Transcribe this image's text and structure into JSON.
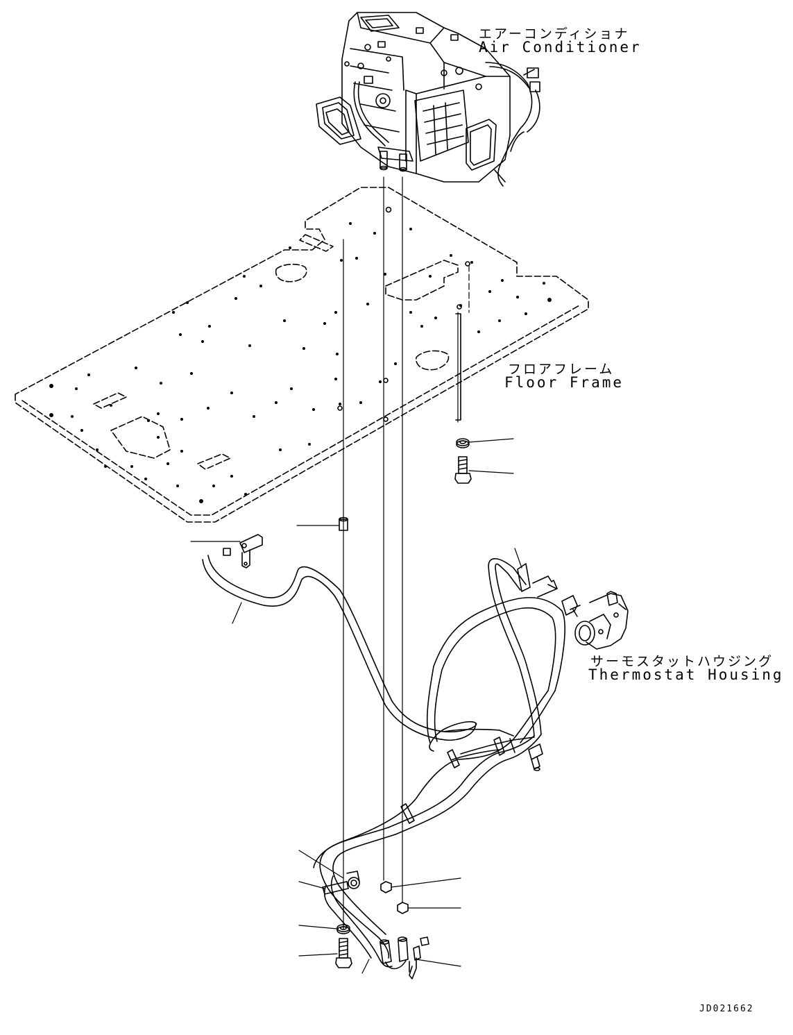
{
  "labels": {
    "air_conditioner_jp": "エアーコンディショナ",
    "air_conditioner_en": "Air Conditioner",
    "floor_frame_jp": "フロアフレーム",
    "floor_frame_en": "Floor Frame",
    "thermostat_jp": "サーモスタットハウジング",
    "thermostat_en": "Thermostat Housing"
  },
  "drawing_number": "JD021662"
}
